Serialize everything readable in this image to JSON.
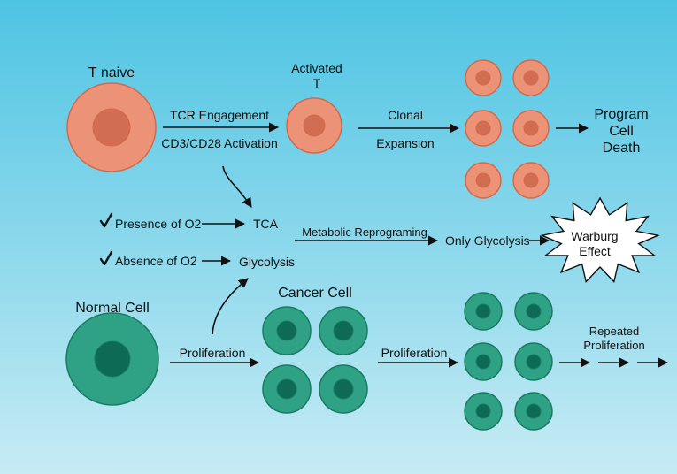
{
  "colors": {
    "background_top": "#4ec4e3",
    "background_bottom": "#c6ebf4",
    "t_cell_fill": "#ec9377",
    "t_cell_nucleus": "#d06d52",
    "t_cell_stroke": "#d3694a",
    "cancer_cell_fill": "#2fa285",
    "cancer_cell_nucleus": "#0d6a54",
    "cancer_cell_stroke": "#1a7a62",
    "arrow": "#111111"
  },
  "labels": {
    "t_naive": "T naive",
    "activated_t": "Activated\nT",
    "tcr_engagement": "TCR Engagement",
    "cd3_cd28_activation": "CD3/CD28 Activation",
    "clonal": "Clonal",
    "expansion": "Expansion",
    "program_cell_death": "Program\nCell\nDeath",
    "presence_of_o2": "Presence of O2",
    "absence_of_o2": "Absence of O2",
    "tca": "TCA",
    "glycolysis": "Glycolysis",
    "metabolic_reprograming": "Metabolic Reprograming",
    "only_glycolysis": "Only Glycolysis",
    "warburg_effect": "Warburg\nEffect",
    "normal_cell": "Normal Cell",
    "cancer_cell": "Cancer Cell",
    "proliferation_1": "Proliferation",
    "proliferation_2": "Proliferation",
    "repeated_proliferation": "Repeated\nProliferation"
  },
  "icons": {
    "check": "check-icon"
  }
}
